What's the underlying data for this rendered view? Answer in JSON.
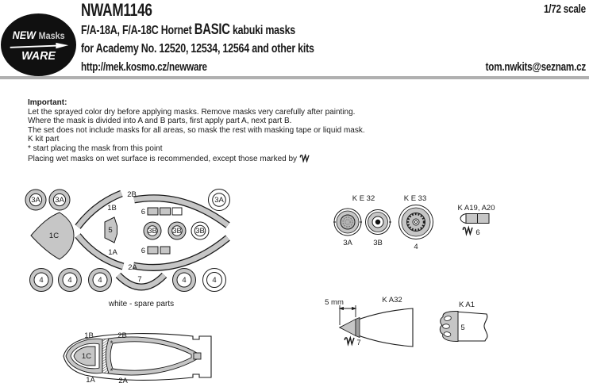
{
  "header": {
    "product_code": "NWAM1146",
    "scale": "1/72 scale",
    "logo": {
      "line1": "NEW",
      "line2": "Masks",
      "line3": "WARE"
    },
    "title_plane": "F/A-18A, F/A-18C Hornet ",
    "title_basic": "BASIC",
    "title_suffix": " kabuki masks",
    "subtitle": "for Academy No. 12520, 12534, 12564 and other kits",
    "url": "http://mek.kosmo.cz/newware",
    "email": "tom.nwkits@seznam.cz"
  },
  "instructions": {
    "heading": "Important:",
    "lines": [
      "Let the sprayed color dry before applying masks. Remove masks very carefully after painting.",
      "Where the mask is divided into A and B parts, first apply part A, next part B.",
      "The set does not include masks for all areas, so mask the rest with masking tape or liquid mask.",
      "K kit part",
      "* start placing the mask from this point",
      "Placing wet masks on wet surface is recommended, except those marked by"
    ]
  },
  "sheet": {
    "caption": "white - spare parts",
    "labels": {
      "p1a": "1A",
      "p1b": "1B",
      "p1c": "1C",
      "p2a": "2A",
      "p2b": "2B",
      "p3a": "3A",
      "p3b": "3B",
      "p4": "4",
      "p5": "5",
      "p6": "6",
      "p7": "7"
    }
  },
  "wheels": {
    "ke32_title": "K E 32",
    "ke33_title": "K E 33",
    "ka19_title": "K A19, A20",
    "w3a": "3A",
    "w3b": "3B",
    "w4": "4",
    "ka19_part": "6"
  },
  "nose": {
    "dim": "5 mm",
    "ka32_title": "K A32",
    "tip_part": "7",
    "ka1_title": "K A1",
    "ka1_part": "5"
  },
  "canopy": {
    "l1a": "1A",
    "l1b": "1B",
    "l1c": "1C",
    "l2a": "2A",
    "l2b": "2B",
    "star": "*"
  },
  "colors": {
    "mask_gray": "#c6c6c6",
    "hub_gray": "#b4b4b4",
    "outline": "#1a1a1a",
    "divider_gray": "#b0b0b0",
    "logo_black": "#101010"
  }
}
